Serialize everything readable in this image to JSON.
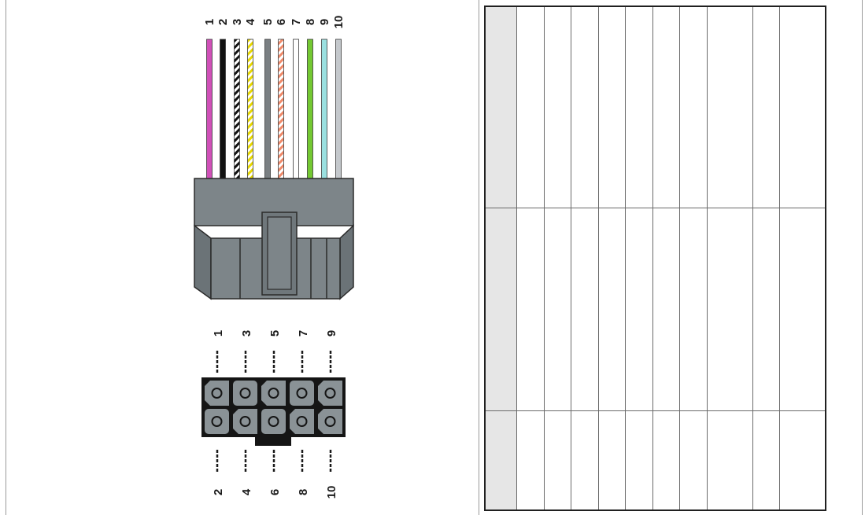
{
  "connector": {
    "pin_numbers": [
      "1",
      "2",
      "3",
      "4",
      "5",
      "6",
      "7",
      "8",
      "9",
      "10"
    ],
    "colors": {
      "housing": "#7d8589",
      "housing_edge": "#2b2b2b",
      "latch": "#6f777b",
      "pin_block": "#151515",
      "pin_cell": "#8a9296"
    },
    "wires": [
      {
        "pin": "1",
        "color": "#d050b8",
        "stripe": ""
      },
      {
        "pin": "2",
        "color": "#111111",
        "stripe": ""
      },
      {
        "pin": "3",
        "color": "#ffffff",
        "stripe": "#111111"
      },
      {
        "pin": "4",
        "color": "#ffffff",
        "stripe": "#e8d800"
      },
      {
        "pin": "5",
        "color": "#7a7f82",
        "stripe": ""
      },
      {
        "pin": "6",
        "color": "#ffffff",
        "stripe": "#f08a6a"
      },
      {
        "pin": "7",
        "color": "#ffffff",
        "stripe": ""
      },
      {
        "pin": "8",
        "color": "#74c832",
        "stripe": ""
      },
      {
        "pin": "9",
        "color": "#9ae0e0",
        "stripe": ""
      },
      {
        "pin": "10",
        "color": "#c4c8cc",
        "stripe": ""
      }
    ]
  },
  "table": {
    "columns": 11,
    "rows": 3,
    "header_color": "#e6e6e6"
  }
}
